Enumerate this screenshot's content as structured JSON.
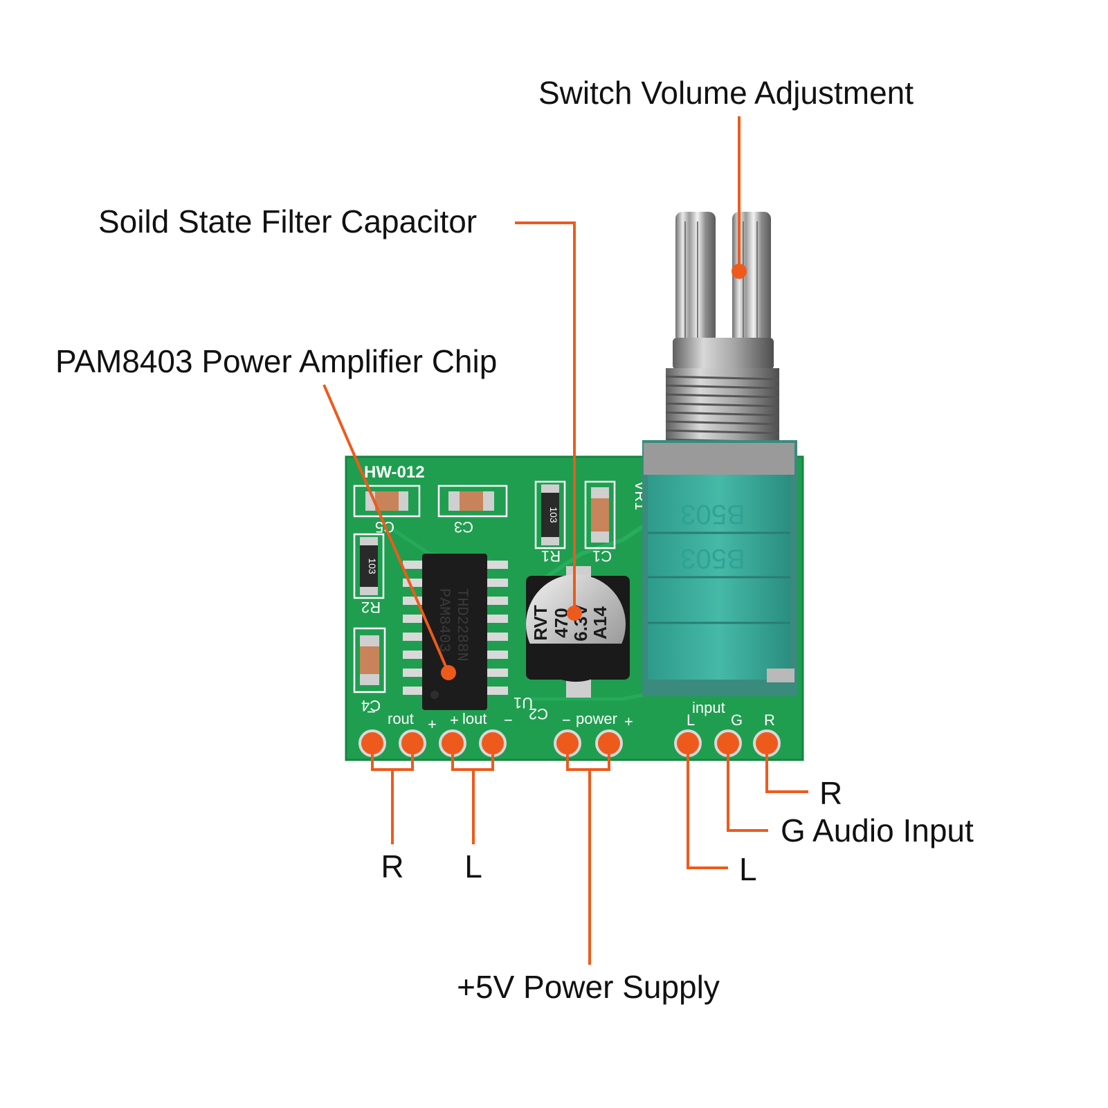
{
  "colors": {
    "accent": "#ee5a1c",
    "pcb": "#1f9e50",
    "pot_body": "#3fb3a2"
  },
  "callouts": {
    "switch_volume": "Switch Volume Adjustment",
    "filter_capacitor": "Soild State Filter Capacitor",
    "amp_chip": "PAM8403 Power Amplifier Chip",
    "right_out": "R",
    "left_out": "L",
    "power_supply": "+5V Power Supply",
    "input_r": "R",
    "input_g": "G Audio Input",
    "input_l": "L"
  },
  "board": {
    "model": "HW-012",
    "c5": "C5",
    "c3": "C3",
    "r1": "R1",
    "r1_code": "103",
    "c1": "C1",
    "vr1": "VR1",
    "r2": "R2",
    "r2_code": "103",
    "c4": "C4",
    "u1": "U1",
    "c2": "C2",
    "chip_line1": "PAM8403",
    "chip_line2": "THD2288N",
    "cap_line1": "RVT",
    "cap_line2": "470",
    "cap_line3": "6.3V",
    "cap_line4": "A14",
    "pot_mark1": "B503",
    "pot_mark2": "B503",
    "pins": {
      "rout": "rout",
      "lout": "lout",
      "power": "power",
      "input": "input",
      "minus": "−",
      "plus": "+",
      "in_l": "L",
      "in_g": "G",
      "in_r": "R"
    }
  }
}
